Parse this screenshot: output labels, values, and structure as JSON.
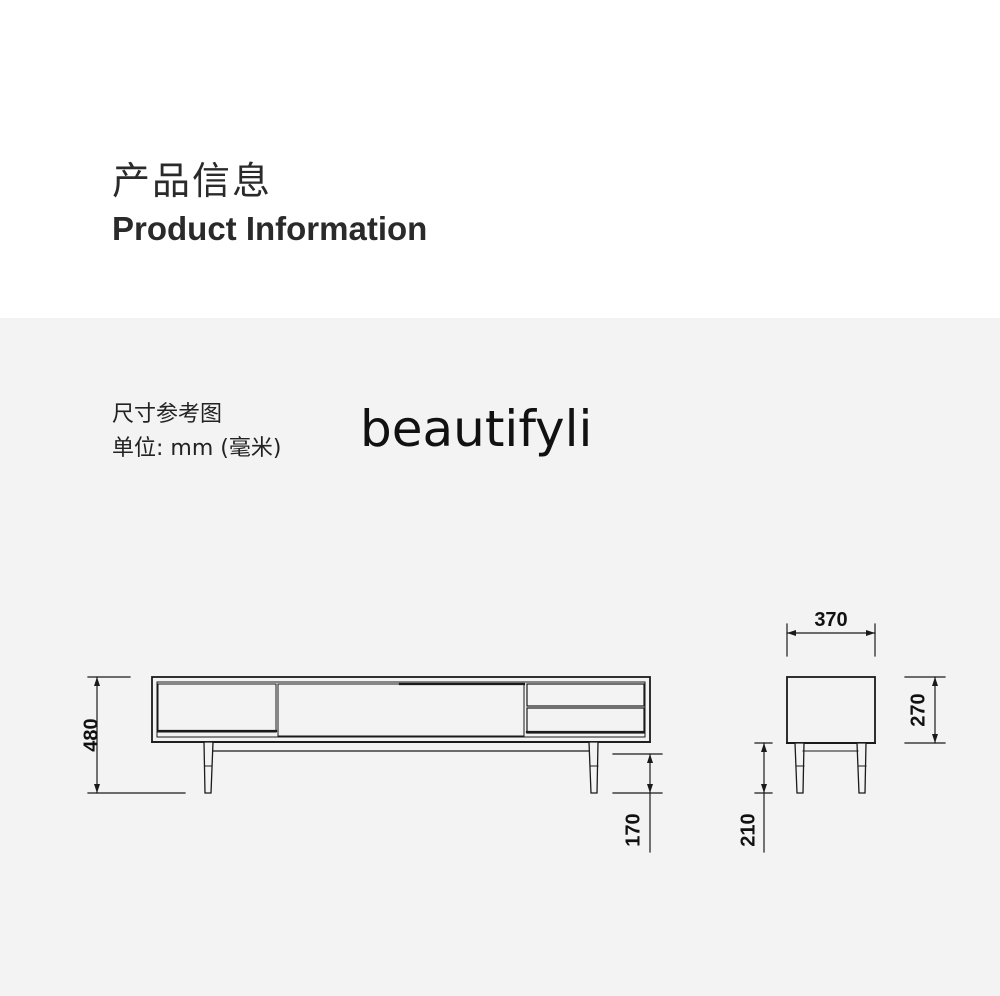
{
  "header": {
    "title_cn": "产品信息",
    "title_en": "Product Information"
  },
  "drawing": {
    "caption_line1": "尺寸参考图",
    "caption_line2": "单位: mm (毫米)",
    "watermark": "beautifyli",
    "unit": "mm",
    "front_view": {
      "total_height_label": "480",
      "leg_height_label": "170"
    },
    "side_view": {
      "depth_label": "370",
      "cabinet_height_label": "270",
      "leg_height_label": "210"
    },
    "colors": {
      "line": "#1a1a1a",
      "background": "#f3f3f3"
    }
  }
}
